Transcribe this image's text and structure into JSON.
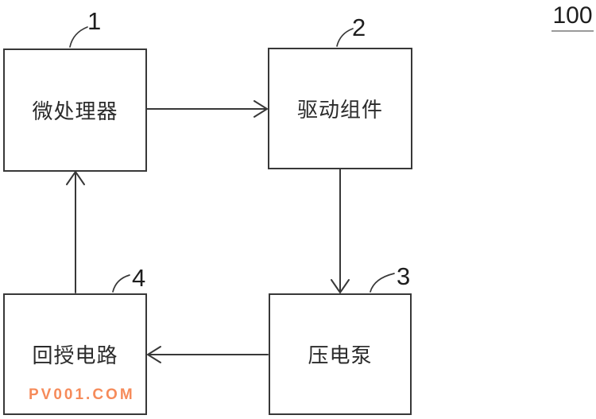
{
  "figure": {
    "reference_number": "100",
    "watermark": "PV001.COM",
    "colors": {
      "line": "#383838",
      "text": "#2b2b2b",
      "watermark": "#f68b5a",
      "background": "#ffffff",
      "underline": "#9a9a9a"
    },
    "blocks": [
      {
        "id": "microprocessor",
        "label": "微处理器",
        "number": "1"
      },
      {
        "id": "drive-assembly",
        "label": "驱动组件",
        "number": "2"
      },
      {
        "id": "piezoelectric-pump",
        "label": "压电泵",
        "number": "3"
      },
      {
        "id": "feedback-circuit",
        "label": "回授电路",
        "number": "4"
      }
    ],
    "connections": [
      {
        "from": "microprocessor",
        "to": "drive-assembly",
        "direction": "right"
      },
      {
        "from": "drive-assembly",
        "to": "piezoelectric-pump",
        "direction": "down"
      },
      {
        "from": "piezoelectric-pump",
        "to": "feedback-circuit",
        "direction": "left"
      },
      {
        "from": "feedback-circuit",
        "to": "microprocessor",
        "direction": "up"
      }
    ]
  }
}
